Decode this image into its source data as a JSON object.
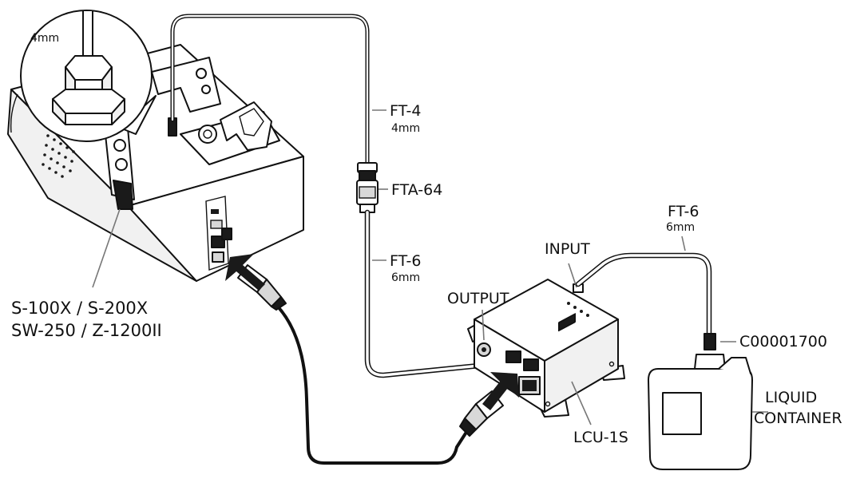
{
  "labels": {
    "machine_models_line1": "S-100X / S-200X",
    "machine_models_line2": "SW-250 / Z-1200II",
    "zoom_size": "4mm",
    "ft4_name": "FT-4",
    "ft4_size": "4mm",
    "fta_name": "FTA-64",
    "ft6_left_name": "FT-6",
    "ft6_left_size": "6mm",
    "ft6_right_name": "FT-6",
    "ft6_right_size": "6mm",
    "input": "INPUT",
    "output": "OUTPUT",
    "lcu": "LCU-1S",
    "part_number": "C00001700",
    "container_line1": "LIQUID",
    "container_line2": "CONTAINER"
  },
  "colors": {
    "line": "#111111",
    "leader": "#777777",
    "background": "#ffffff"
  },
  "icons": {
    "arrow_to_machine": "arrow-up-left-icon",
    "arrow_to_lcu": "arrow-up-right-icon"
  }
}
